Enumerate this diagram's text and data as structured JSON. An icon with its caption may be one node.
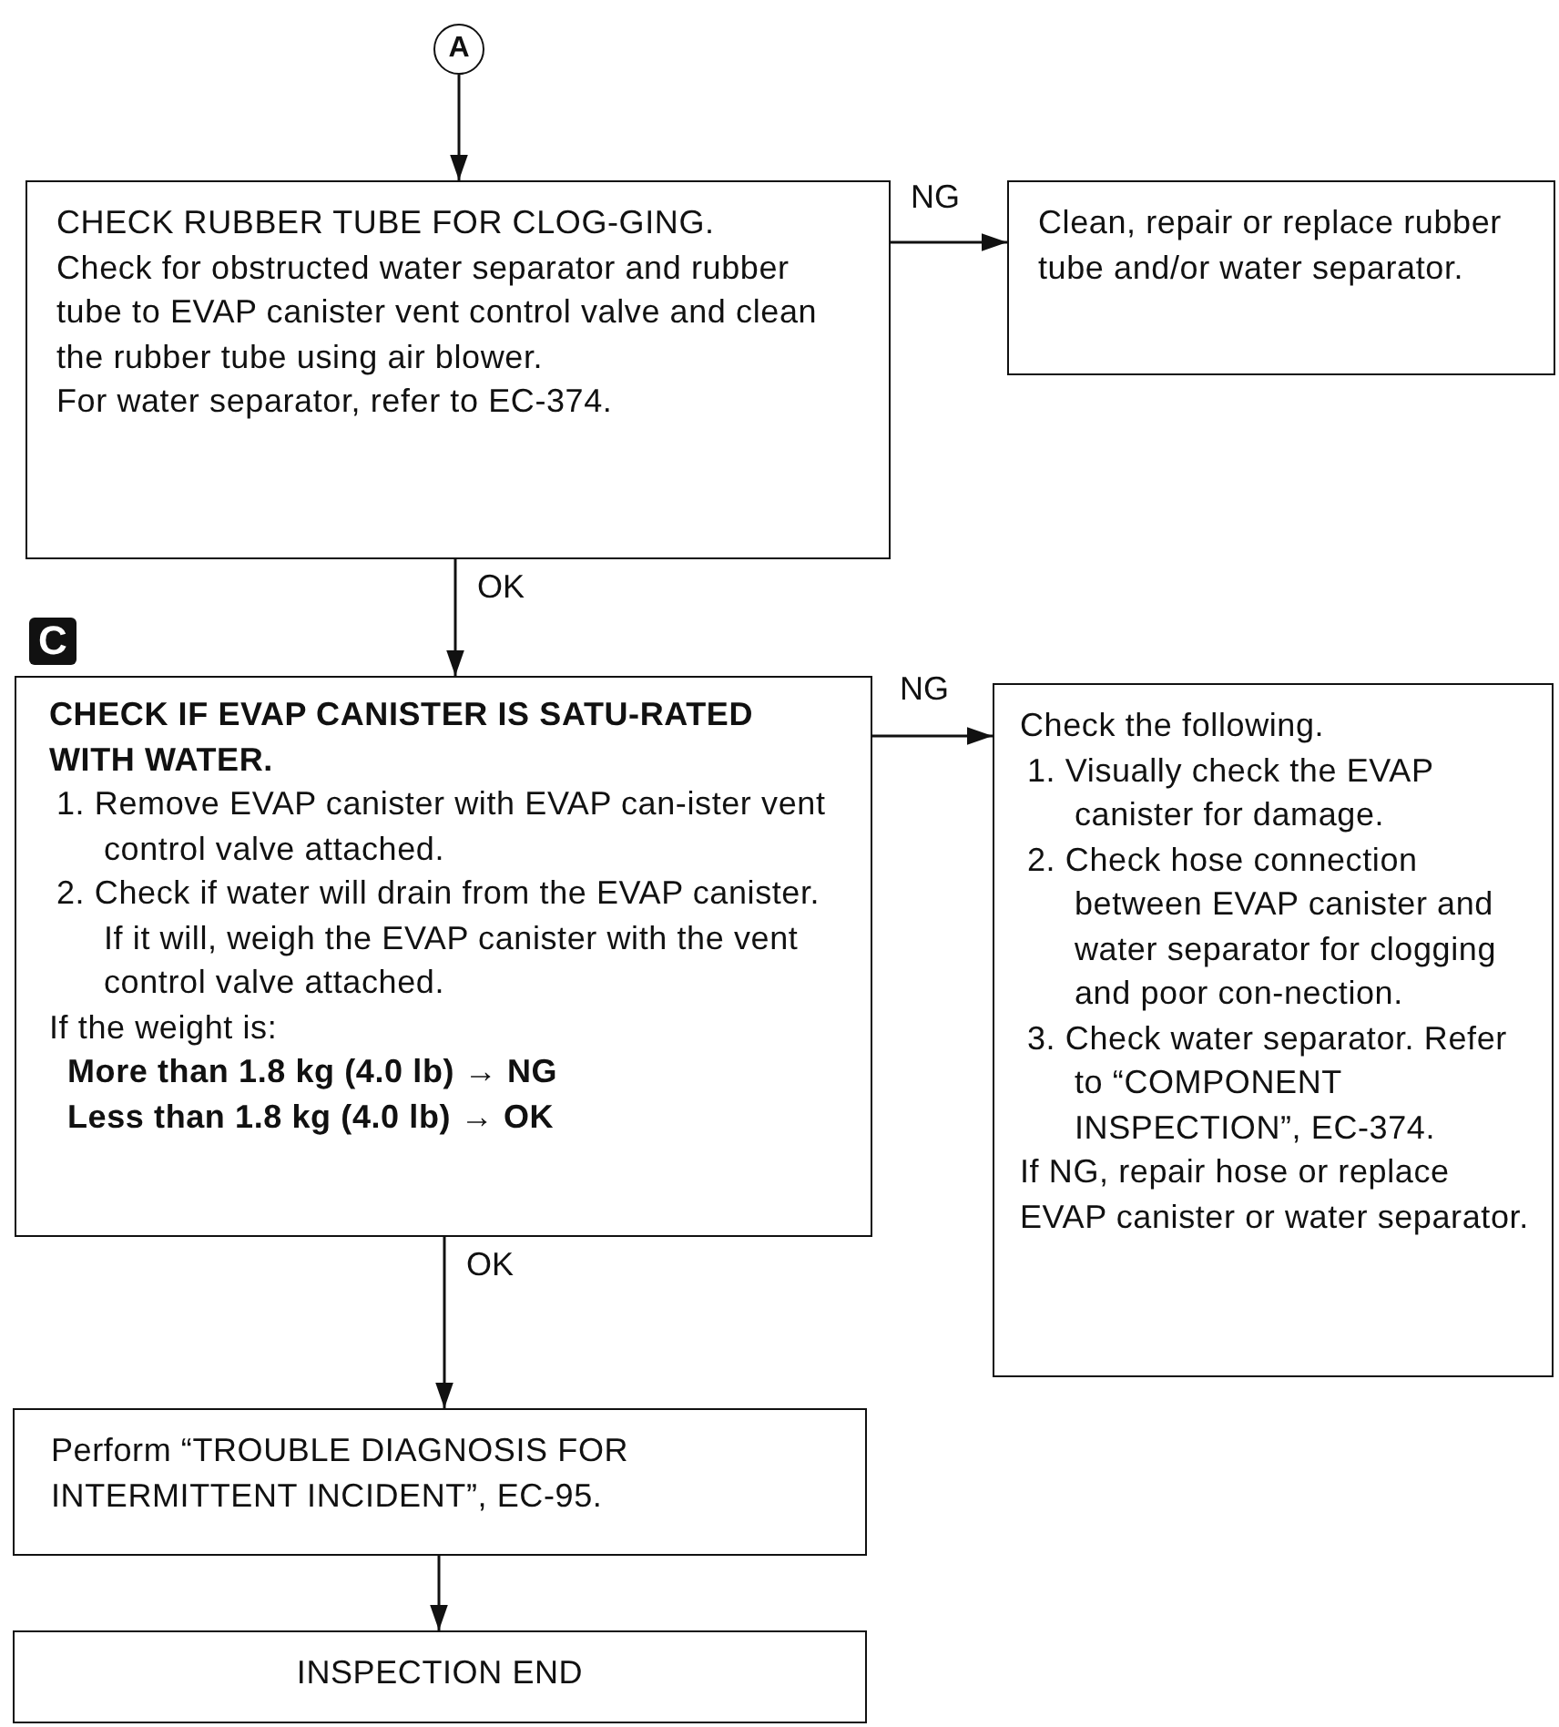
{
  "diagram": {
    "nodes": [
      {
        "text": [
          "A"
        ]
      },
      {
        "text": [
          "CHECK RUBBER TUBE FOR CLOG-GING.",
          "Check for obstructed water separator and rubber tube to EVAP canister vent control valve and clean the rubber tube using air blower.",
          "For water separator, refer to EC-374."
        ]
      },
      {
        "text": [
          "Clean, repair or replace rubber tube and/or water separator."
        ]
      },
      {
        "text": [
          "CHECK IF EVAP CANISTER IS SATU-RATED WITH WATER.",
          "1. Remove EVAP canister with EVAP can-ister vent control valve attached.",
          "2. Check if water will drain from the EVAP canister.",
          "If it will, weigh the EVAP canister with the vent control valve attached.",
          "If the weight is:",
          "More than 1.8 kg (4.0 lb) → NG",
          "Less than 1.8 kg (4.0 lb) → OK"
        ],
        "beside": [
          "C"
        ]
      },
      {
        "text": [
          "Check the following.",
          "1. Visually check the EVAP canister for damage.",
          "2. Check hose connection between EVAP canister and water separator for clogging and poor con-nection.",
          "3. Check water separator. Refer to “COMPONENT INSPECTION”, EC-374.",
          "If NG, repair hose or replace EVAP canister or water separator."
        ]
      },
      {
        "text": [
          "Perform “TROUBLE DIAGNOSIS FOR INTERMITTENT INCIDENT”, EC-95."
        ]
      },
      {
        "text": [
          "INSPECTION END"
        ]
      }
    ],
    "edges": [
      {
        "from": 0,
        "to": 1,
        "arrow": "to"
      },
      {
        "from": 1,
        "to": 2,
        "arrow": "to",
        "label": "NG"
      },
      {
        "from": 1,
        "to": 3,
        "arrow": "to",
        "label": "OK"
      },
      {
        "from": 3,
        "to": 4,
        "arrow": "to",
        "label": "NG"
      },
      {
        "from": 3,
        "to": 5,
        "arrow": "to",
        "label": "OK"
      },
      {
        "from": 5,
        "to": 6,
        "arrow": "to"
      }
    ]
  }
}
